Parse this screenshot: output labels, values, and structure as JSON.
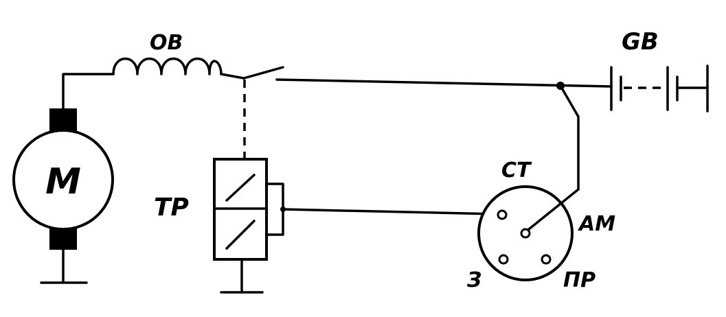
{
  "labels": {
    "motor": "M",
    "field_winding": "ОВ",
    "battery": "GB",
    "relay": "ТР",
    "switch_start": "СТ",
    "switch_auto": "АМ",
    "switch_ground": "З",
    "switch_run": "ПР"
  }
}
